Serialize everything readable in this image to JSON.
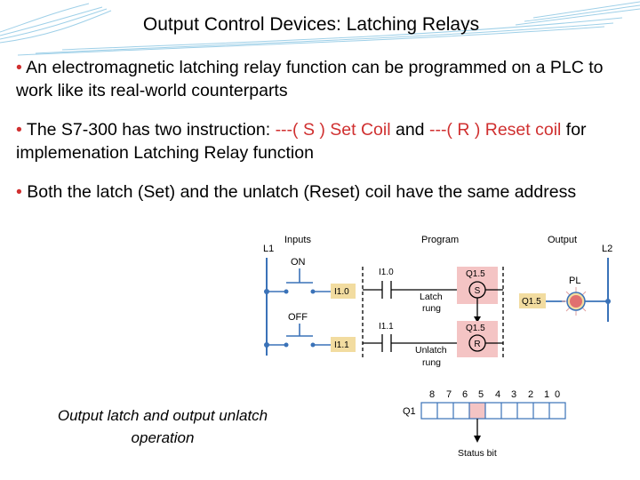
{
  "slide": {
    "title": "Output Control Devices: Latching Relays",
    "bullets": [
      {
        "text": "An electromagnetic latching relay function can be programmed on a PLC to work like its real-world counterparts"
      },
      {
        "pre": "The S7-300 has two instruction: ",
        "red1": "---( S ) Set Coil",
        "mid": " and ",
        "red2": "---( R ) Reset coil",
        "post": " for implemenation Latching Relay function"
      },
      {
        "text": "Both the latch (Set) and the unlatch (Reset) coil have the same address"
      }
    ],
    "bullet_symbol": "•",
    "caption_line1": "Output latch and output unlatch",
    "caption_line2": "operation"
  },
  "diagram": {
    "l1": "L1",
    "l2": "L2",
    "inputs": "Inputs",
    "program": "Program",
    "output": "Output",
    "on": "ON",
    "off": "OFF",
    "in_addr1": "I1.0",
    "in_addr2": "I1.1",
    "contact1": "I1.0",
    "contact2": "I1.1",
    "coil_addr1": "Q1.5",
    "coil_addr2": "Q1.5",
    "coil_set": "S",
    "coil_reset": "R",
    "latch_rung_1": "Latch",
    "latch_rung_2": "rung",
    "unlatch_rung_1": "Unlatch",
    "unlatch_rung_2": "rung",
    "out_addr": "Q1.5",
    "pl": "PL",
    "q1": "Q1",
    "bits": [
      "8",
      "7",
      "6",
      "5",
      "4",
      "3",
      "2",
      "1",
      "0"
    ],
    "status_bit": "Status bit"
  },
  "colors": {
    "accent_red": "#d03030",
    "wire_blue": "#3a72b8",
    "highlight_pink": "#f4c4c4",
    "lamp_red": "#e07070",
    "lamp_yellow": "#f2dca0"
  }
}
